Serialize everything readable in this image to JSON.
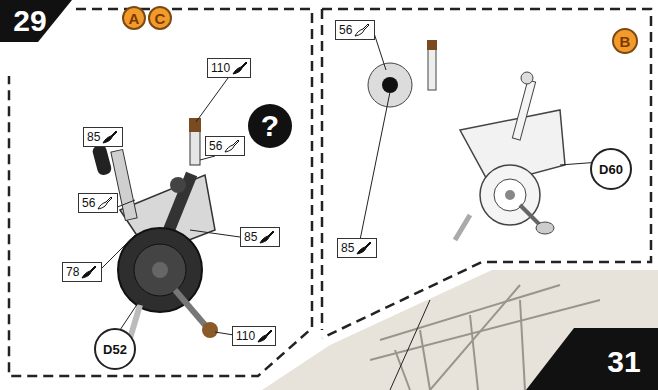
{
  "diagram": {
    "nodes": [
      {
        "text": [
          "29"
        ]
      },
      {
        "text": [
          "A"
        ]
      },
      {
        "text": [
          "C"
        ]
      },
      {
        "text": [
          "110"
        ]
      },
      {
        "text": [
          "85"
        ]
      },
      {
        "text": [
          "56"
        ]
      },
      {
        "text": [
          "?"
        ]
      },
      {
        "text": [
          "56"
        ]
      },
      {
        "text": [
          "85"
        ]
      },
      {
        "text": [
          "78"
        ]
      },
      {
        "text": [
          "110"
        ]
      },
      {
        "text": [
          "D52"
        ]
      },
      {
        "text": [
          "B"
        ]
      },
      {
        "text": [
          "56"
        ]
      },
      {
        "text": [
          "85"
        ]
      },
      {
        "text": [
          "D60"
        ]
      },
      {
        "text": [
          "31"
        ]
      }
    ]
  }
}
